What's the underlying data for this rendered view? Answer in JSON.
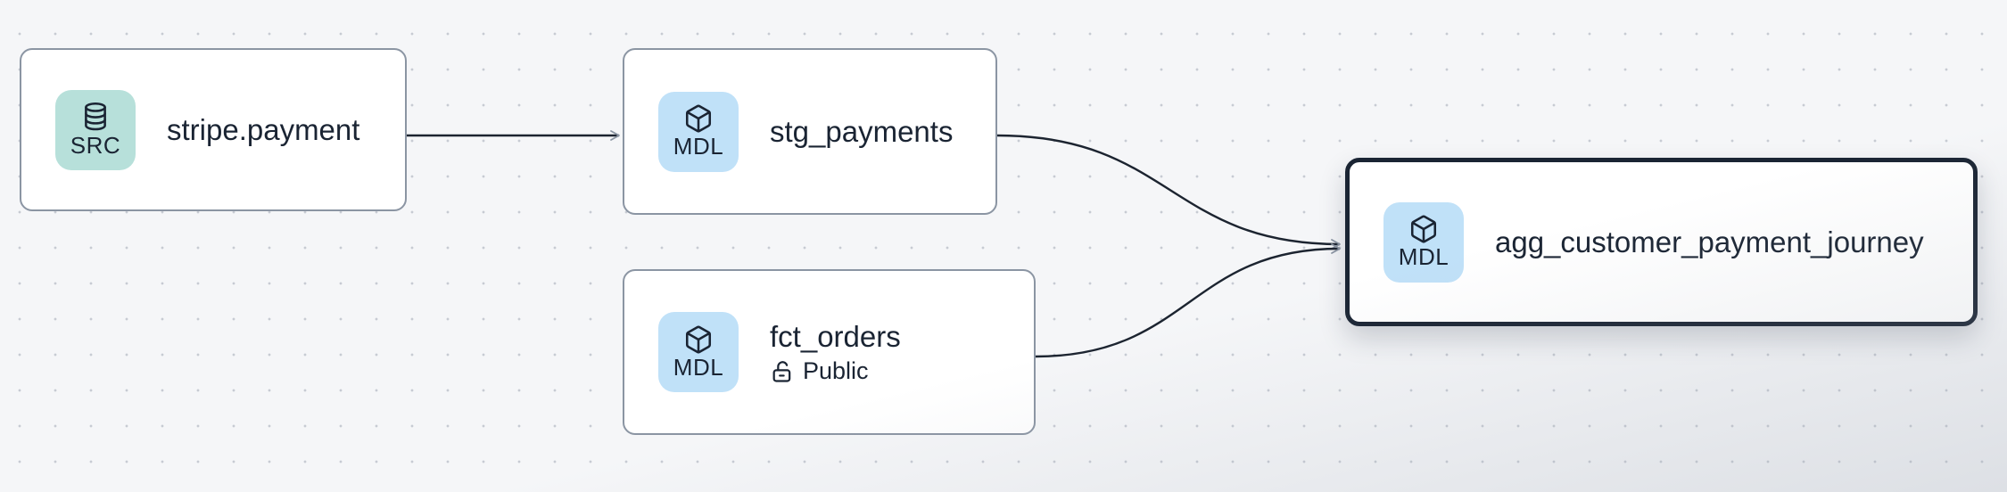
{
  "view": "lineage-graph",
  "nodes": [
    {
      "label": "stripe.payment",
      "badge": "SRC",
      "icon": "database-icon",
      "type": "source",
      "selected": false
    },
    {
      "label": "stg_payments",
      "badge": "MDL",
      "icon": "cube-icon",
      "type": "model",
      "selected": false
    },
    {
      "label": "fct_orders",
      "badge": "MDL",
      "icon": "cube-icon",
      "type": "model",
      "selected": false,
      "access_icon": "lock-open-icon",
      "access_label": "Public"
    },
    {
      "label": "agg_customer_payment_journey",
      "badge": "MDL",
      "icon": "cube-icon",
      "type": "model",
      "selected": true
    }
  ],
  "edges": [
    {
      "source": "stripe.payment",
      "target": "stg_payments"
    },
    {
      "source": "stg_payments",
      "target": "agg_customer_payment_journey"
    },
    {
      "source": "fct_orders",
      "target": "agg_customer_payment_journey"
    }
  ],
  "colors": {
    "canvas_bg": "#f5f6f8",
    "dot": "#c7cbd3",
    "node_bg": "#ffffff",
    "node_border": "#8b95a3",
    "selected_node_border": "#1a2433",
    "source_icon_bg": "#b7e0da",
    "model_icon_bg": "#c0e1f8",
    "edge": "#1c2430",
    "arrowhead": "#8b95a3",
    "text": "#1a2433"
  }
}
